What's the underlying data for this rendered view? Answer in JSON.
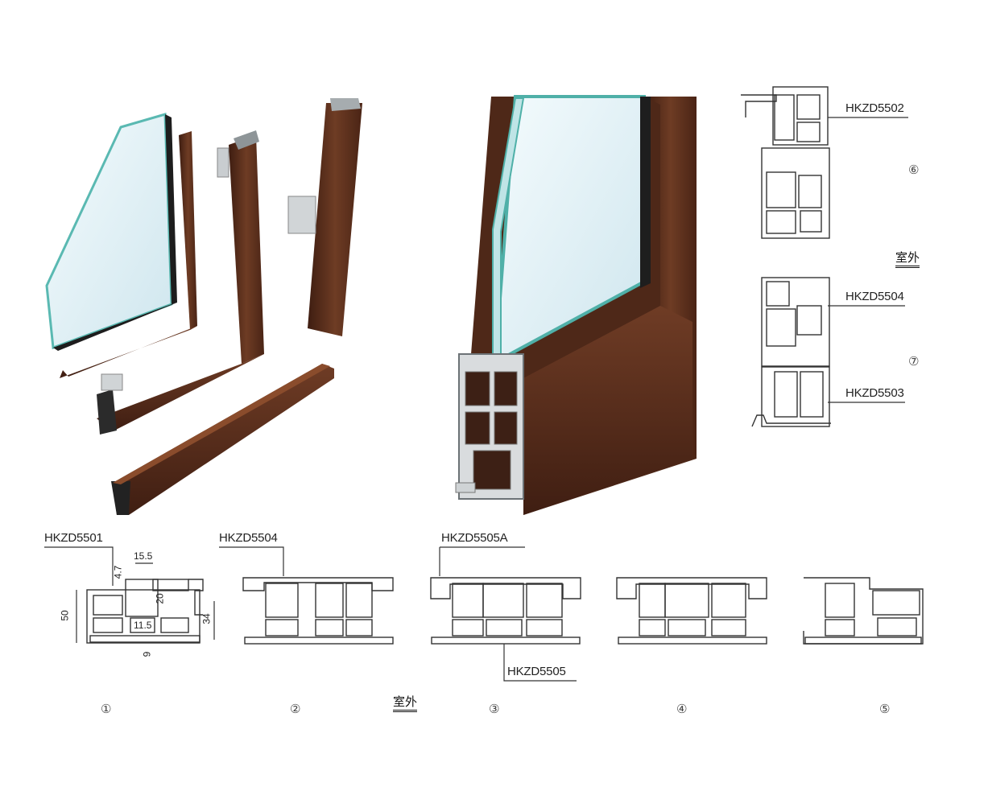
{
  "labels": {
    "hkzd5501": "HKZD5501",
    "hkzd5504_bottom": "HKZD5504",
    "hkzd5505a": "HKZD5505A",
    "hkzd5505": "HKZD5505",
    "hkzd5502": "HKZD5502",
    "hkzd5504_right": "HKZD5504",
    "hkzd5503": "HKZD5503"
  },
  "dimensions": {
    "d15_5": "15.5",
    "d4_7": "4.7",
    "d50": "50",
    "d20": "20",
    "d34": "34",
    "d11_5": "11.5",
    "d9": "9"
  },
  "section_numbers": {
    "s1": "①",
    "s2": "②",
    "s3": "③",
    "s4": "④",
    "s5": "⑤",
    "s6": "⑥",
    "s7": "⑦"
  },
  "outside_label": "室外",
  "colors": {
    "wood": "#5a2e1c",
    "wood_light": "#7a4428",
    "wood_dark": "#3a1b10",
    "glass": "#dff0f5",
    "glass_edge": "#58b6b0",
    "line": "#333333"
  }
}
